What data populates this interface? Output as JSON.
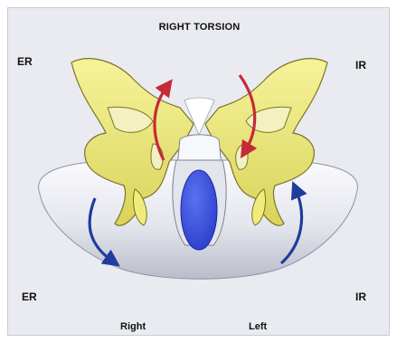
{
  "diagram": {
    "title": "RIGHT TORSION",
    "corner_labels": {
      "top_left": "ER",
      "top_right": "IR",
      "bottom_left": "ER",
      "bottom_right": "IR"
    },
    "side_labels": {
      "left": "Right",
      "right": "Left"
    },
    "colors": {
      "background": "#e9ebf1",
      "bone": "#f0ec7c",
      "bone_shade": "#c9c14a",
      "base": "#f2f3f7",
      "base_shade": "#b9bdc9",
      "center_oval": "#3b55e0",
      "red_arrow": "#c42a3a",
      "blue_arrow": "#203c9c"
    }
  }
}
